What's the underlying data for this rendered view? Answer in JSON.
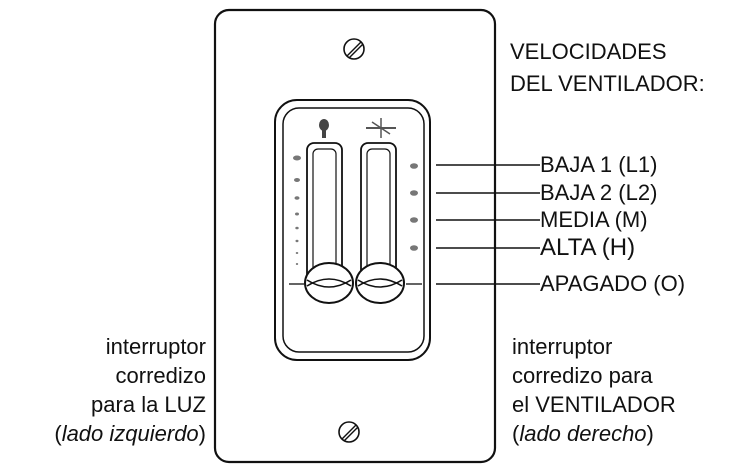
{
  "heading": {
    "line1": "VELOCIDADES",
    "line2": "DEL VENTILADOR:"
  },
  "speeds": [
    {
      "label": "BAJA 1 (L1)"
    },
    {
      "label": "BAJA 2 (L2)"
    },
    {
      "label": "MEDIA (M)"
    },
    {
      "label": "ALTA (H)"
    },
    {
      "label": "APAGADO (O)"
    }
  ],
  "light_switch_caption": {
    "line1": "interruptor",
    "line2": "corredizo",
    "line3": "para la LUZ",
    "line4_open": "(",
    "line4_italic": "lado izquierdo",
    "line4_close": ")"
  },
  "fan_switch_caption": {
    "line1": "interruptor",
    "line2": "corredizo para",
    "line3": "el VENTILADOR",
    "line4_open": "(",
    "line4_italic": "lado derecho",
    "line4_close": ")"
  },
  "icons": {
    "light": "bulb-icon",
    "fan": "fan-icon",
    "screw": "screw-icon"
  }
}
